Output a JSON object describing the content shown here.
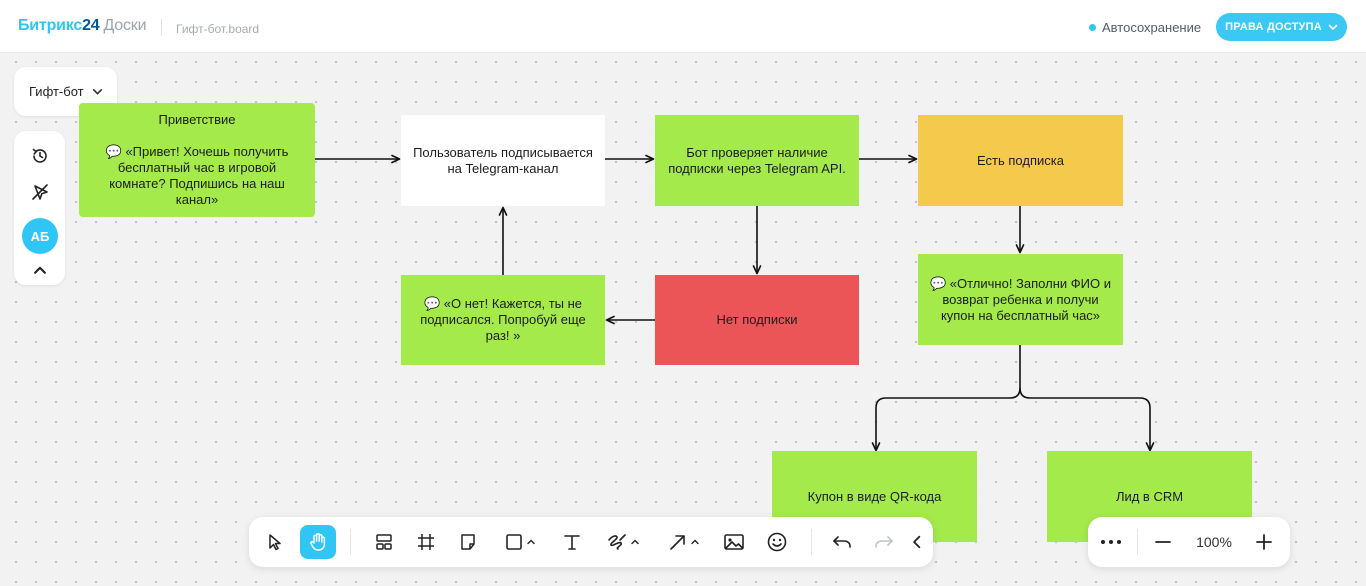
{
  "header": {
    "logo_main": "Битрикс",
    "logo_num": "24",
    "logo_product": "Доски",
    "board_file": "Гифт-бот.board",
    "autosave_label": "Автосохранение",
    "access_button": "ПРАВА ДОСТУПА"
  },
  "left_panel": {
    "board_selector": "Гифт-бот",
    "avatar_initials": "АБ"
  },
  "nodes": {
    "greeting_title": "Приветствие",
    "greeting_text": "💬 «Привет! Хочешь получить бесплатный час в игровой комнате? Подпишись на наш канал»",
    "subscribe": "Пользователь подписывается на Telegram-канал",
    "check": "Бот проверяет наличие подписки через Telegram API.",
    "has_sub": "Есть подписка",
    "no_sub": "Нет подписки",
    "retry": "💬 «О нет! Кажется, ты не подписался. Попробуй еще раз! »",
    "fill_form": "💬 «Отлично! Заполни ФИО и возврат ребенка и получи купон на бесплатный час»",
    "qr_coupon": "Купон в виде QR-кода",
    "crm_lead": "Лид в CRM"
  },
  "zoom": {
    "value": "100%"
  },
  "colors": {
    "accent": "#2fc6f6",
    "green_node": "#a3ea4a",
    "yellow_node": "#f4c94c",
    "red_node": "#ec5558"
  }
}
